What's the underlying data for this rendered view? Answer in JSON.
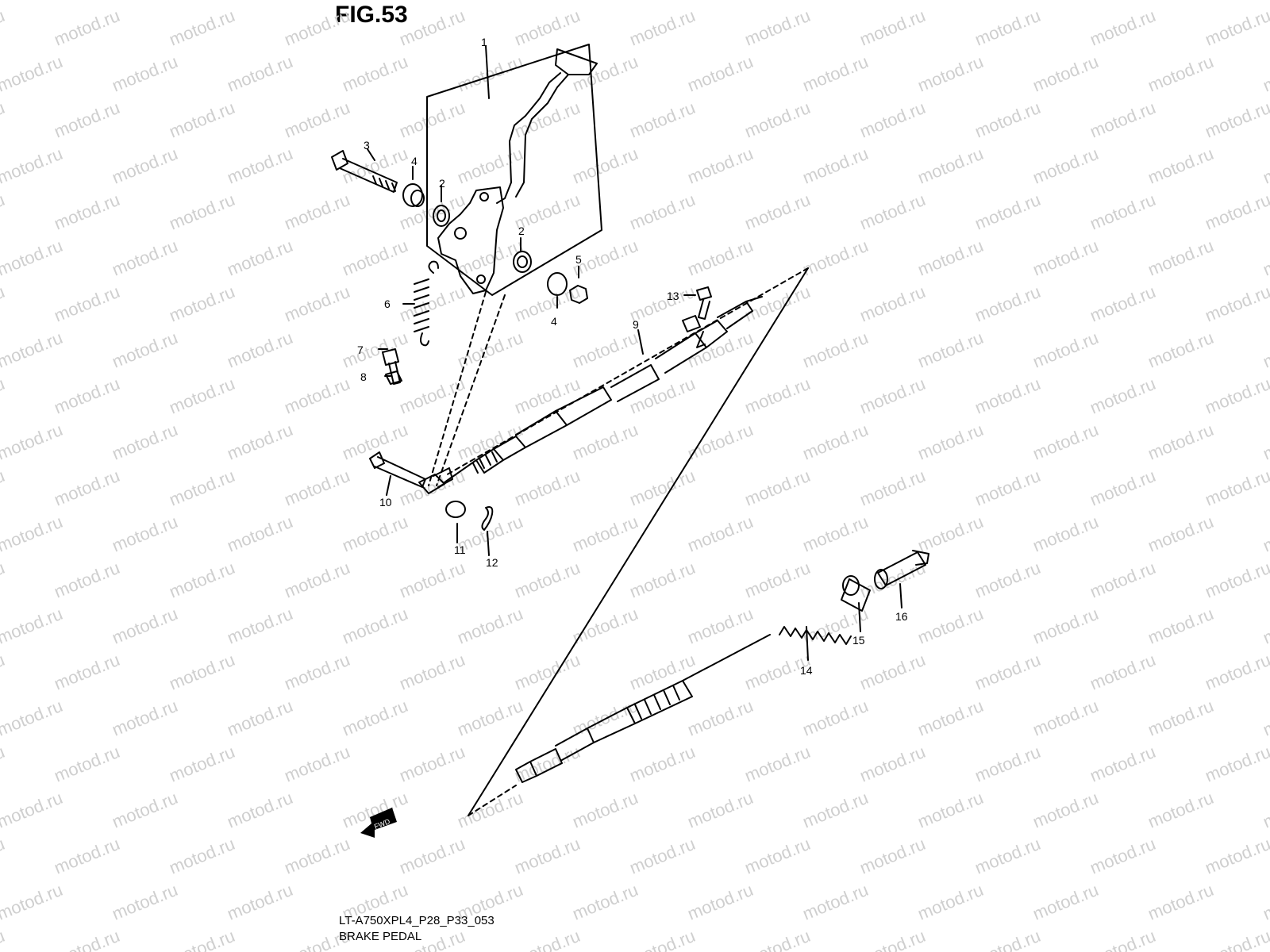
{
  "figure": {
    "title": "FIG.53",
    "model_code": "LT-A750XPL4_P28_P33_053",
    "name": "BRAKE PEDAL",
    "watermark": "motod.ru",
    "fwd_label": "FWD"
  },
  "callouts": [
    {
      "id": "callout-1",
      "label": "1"
    },
    {
      "id": "callout-2a",
      "label": "2"
    },
    {
      "id": "callout-2b",
      "label": "2"
    },
    {
      "id": "callout-3",
      "label": "3"
    },
    {
      "id": "callout-4a",
      "label": "4"
    },
    {
      "id": "callout-4b",
      "label": "4"
    },
    {
      "id": "callout-5",
      "label": "5"
    },
    {
      "id": "callout-6",
      "label": "6"
    },
    {
      "id": "callout-7",
      "label": "7"
    },
    {
      "id": "callout-8",
      "label": "8"
    },
    {
      "id": "callout-9",
      "label": "9"
    },
    {
      "id": "callout-10",
      "label": "10"
    },
    {
      "id": "callout-11",
      "label": "11"
    },
    {
      "id": "callout-12",
      "label": "12"
    },
    {
      "id": "callout-13",
      "label": "13"
    },
    {
      "id": "callout-14",
      "label": "14"
    },
    {
      "id": "callout-15",
      "label": "15"
    },
    {
      "id": "callout-16",
      "label": "16"
    }
  ]
}
